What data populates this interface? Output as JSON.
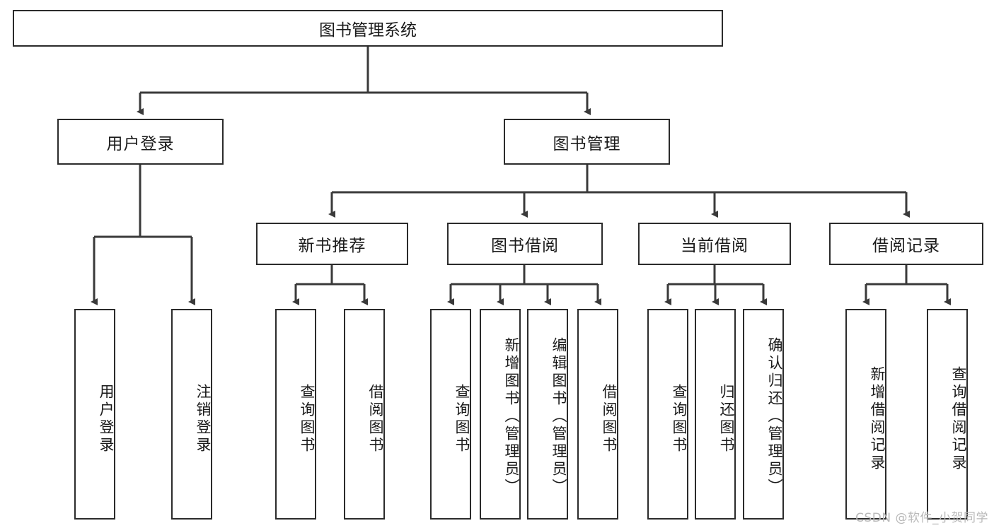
{
  "diagram": {
    "title": "图书管理系统",
    "type": "functional-structure-tree",
    "watermark": "CSDN @软件_小贺同学",
    "colors": {
      "box_border": "#2b2b2b",
      "box_fill": "#ffffff",
      "edge": "#3a3a3a",
      "text": "#1a1a1a",
      "watermark": "#b9b9b9"
    },
    "nodes": {
      "root": {
        "label": "图书管理系统"
      },
      "level2": [
        {
          "id": "user-login",
          "label": "用户登录"
        },
        {
          "id": "book-manage",
          "label": "图书管理"
        }
      ],
      "level3": [
        {
          "id": "new-book-recommend",
          "label": "新书推荐"
        },
        {
          "id": "book-borrow",
          "label": "图书借阅"
        },
        {
          "id": "current-borrow",
          "label": "当前借阅"
        },
        {
          "id": "borrow-record",
          "label": "借阅记录"
        }
      ],
      "leaves": {
        "user_login": [
          {
            "id": "leaf-user-login",
            "label": "用户登录"
          },
          {
            "id": "leaf-logout",
            "label": "注销登录"
          }
        ],
        "new_book_recommend": [
          {
            "id": "leaf-query-book-1",
            "label": "查询图书"
          },
          {
            "id": "leaf-borrow-book-1",
            "label": "借阅图书"
          }
        ],
        "book_borrow": [
          {
            "id": "leaf-query-book-2",
            "label": "查询图书"
          },
          {
            "id": "leaf-add-book",
            "label": "新增图书（管理员）"
          },
          {
            "id": "leaf-edit-book",
            "label": "编辑图书（管理员）"
          },
          {
            "id": "leaf-borrow-book-2",
            "label": "借阅图书"
          }
        ],
        "current_borrow": [
          {
            "id": "leaf-query-book-3",
            "label": "查询图书"
          },
          {
            "id": "leaf-return-book",
            "label": "归还图书"
          },
          {
            "id": "leaf-confirm-return",
            "label": "确认归还（管理员）"
          }
        ],
        "borrow_record": [
          {
            "id": "leaf-add-record",
            "label": "新增借阅记录"
          },
          {
            "id": "leaf-query-record",
            "label": "查询借阅记录"
          }
        ]
      }
    }
  }
}
